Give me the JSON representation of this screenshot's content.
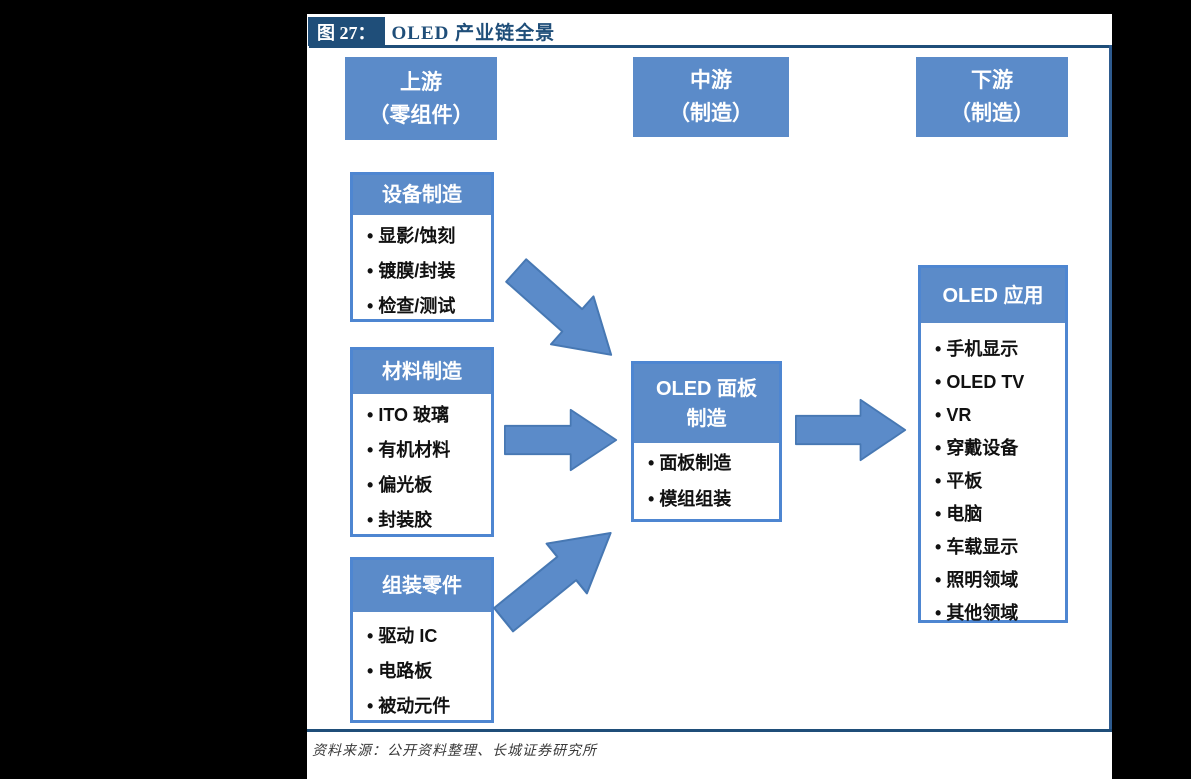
{
  "figure": {
    "label": "图 27：",
    "title": "OLED 产业链全景",
    "source": "资料来源：公开资料整理、长城证券研究所"
  },
  "stages": [
    {
      "line1": "上游",
      "line2": "（零组件）"
    },
    {
      "line1": "中游",
      "line2": "（制造）"
    },
    {
      "line1": "下游",
      "line2": "（制造）"
    }
  ],
  "boxes": {
    "equipment": {
      "title": "设备制造",
      "items": [
        "显影/蚀刻",
        "镀膜/封装",
        "检查/测试"
      ]
    },
    "materials": {
      "title": "材料制造",
      "items": [
        "ITO 玻璃",
        "有机材料",
        "偏光板",
        "封装胶"
      ]
    },
    "assembly": {
      "title": "组装零件",
      "items": [
        "驱动 IC",
        "电路板",
        "被动元件"
      ]
    },
    "panel": {
      "title_line1": "OLED 面板",
      "title_line2": "制造",
      "items": [
        "面板制造",
        "模组组装"
      ]
    },
    "applications": {
      "title": "OLED 应用",
      "items": [
        "手机显示",
        "OLED TV",
        "VR",
        "穿戴设备",
        "平板",
        "电脑",
        "车载显示",
        "照明领域",
        "其他领域"
      ]
    }
  },
  "colors": {
    "box_blue": "#5B8BC9",
    "box_border_blue": "#4E86D1",
    "navy": "#1F4E79",
    "arrow_outline_blue": "#4778B3"
  }
}
